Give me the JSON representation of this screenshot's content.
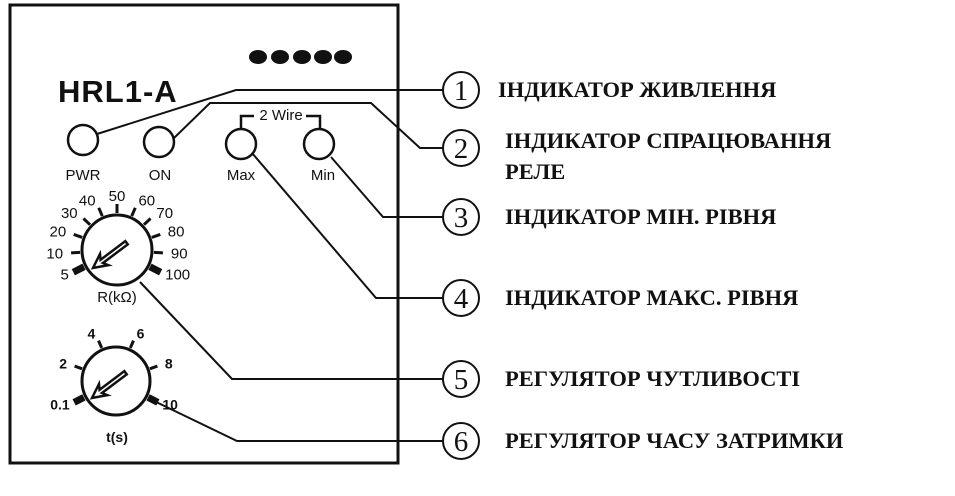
{
  "device": {
    "model": "HRL1-A",
    "wire_label": "2 Wire",
    "leds": [
      {
        "label": "PWR"
      },
      {
        "label": "ON"
      },
      {
        "label": "Max"
      },
      {
        "label": "Min"
      }
    ],
    "sensitivity_knob": {
      "label": "R(kΩ)",
      "ticks": [
        "5",
        "10",
        "20",
        "30",
        "40",
        "50",
        "60",
        "70",
        "80",
        "90",
        "100"
      ]
    },
    "delay_knob": {
      "label": "t(s)",
      "ticks": [
        "0.1",
        "2",
        "4",
        "6",
        "8",
        "10"
      ]
    }
  },
  "callouts": [
    {
      "number": "1",
      "text": "ІНДИКАТОР ЖИВЛЕННЯ"
    },
    {
      "number": "2",
      "text": "ІНДИКАТОР СПРАЦЮВАННЯ",
      "text_line2": "РЕЛЕ"
    },
    {
      "number": "3",
      "text": "ІНДИКАТОР МІН. РІВНЯ"
    },
    {
      "number": "4",
      "text": "ІНДИКАТОР МАКС. РІВНЯ"
    },
    {
      "number": "5",
      "text": "РЕГУЛЯТОР ЧУТЛИВОСТІ"
    },
    {
      "number": "6",
      "text": "РЕГУЛЯТОР ЧАСУ ЗАТРИМКИ"
    }
  ]
}
